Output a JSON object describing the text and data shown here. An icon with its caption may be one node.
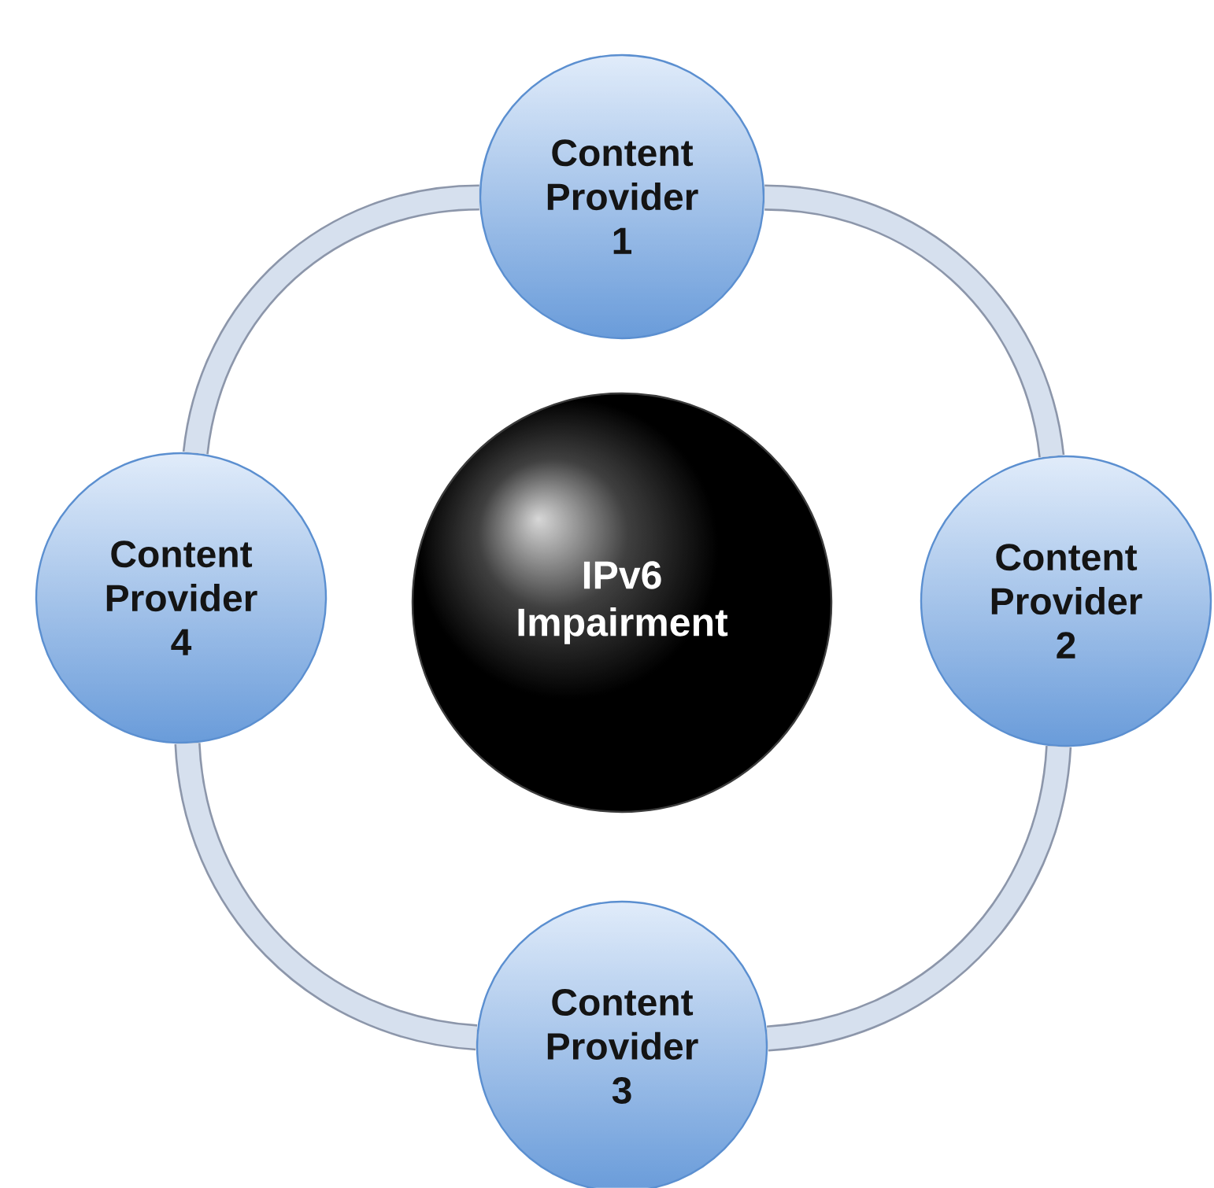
{
  "diagram": {
    "nodes": [
      {
        "text": [
          "Content Provider 1"
        ]
      },
      {
        "text": [
          "Content Provider 4"
        ]
      },
      {
        "text": [
          "IPv6 Impairment"
        ]
      },
      {
        "text": [
          "Content Provider 2"
        ]
      },
      {
        "text": [
          "Content Provider 3"
        ]
      }
    ],
    "edges": [
      {
        "from": 0,
        "to": 3,
        "arrow": "none"
      },
      {
        "from": 3,
        "to": 4,
        "arrow": "none"
      },
      {
        "from": 4,
        "to": 1,
        "arrow": "none"
      },
      {
        "from": 1,
        "to": 0,
        "arrow": "none"
      }
    ]
  }
}
